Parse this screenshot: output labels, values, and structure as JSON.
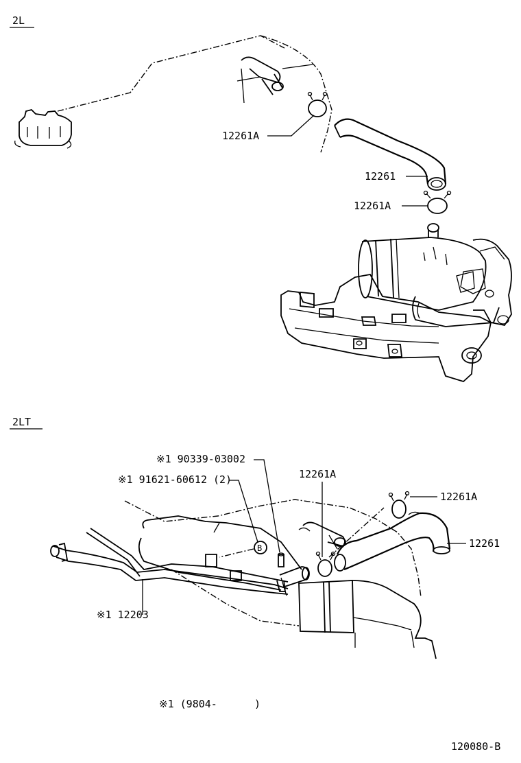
{
  "sections": {
    "top": {
      "title": "2L"
    },
    "bottom": {
      "title": "2LT"
    }
  },
  "callouts_top": {
    "clamp_upper": "12261A",
    "hose": "12261",
    "clamp_lower": "12261A"
  },
  "callouts_bottom": {
    "plug": "※1 90339-03002",
    "bolt": "※1 91621-60612 (2)",
    "clamp_a": "12261A",
    "clamp_b": "12261A",
    "hose": "12261",
    "pipe": "※1 12203",
    "ref_marker": "B"
  },
  "footnote": "※1 (9804-      )",
  "figure_id": "120080-B"
}
